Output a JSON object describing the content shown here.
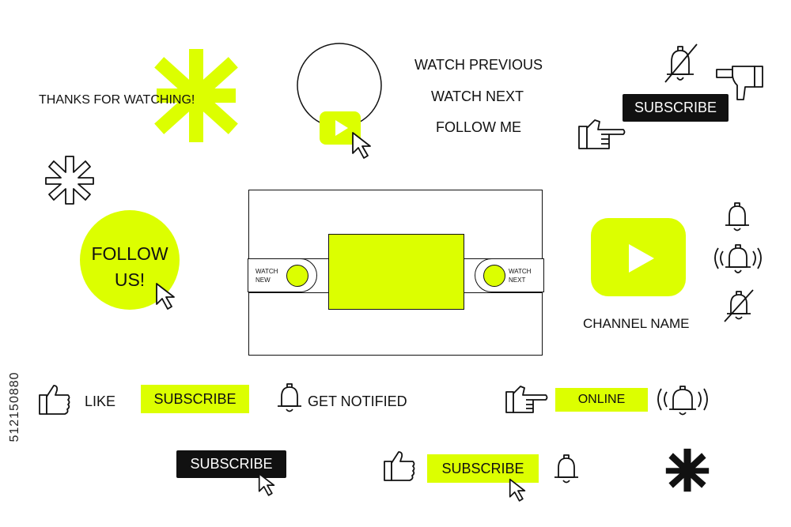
{
  "colors": {
    "accent": "#dcff00",
    "ink": "#111111",
    "background": "#ffffff"
  },
  "texts": {
    "thanks_for_watching": "THANKS FOR WATCHING!",
    "watch_previous": "WATCH PREVIOUS",
    "watch_next": "WATCH NEXT",
    "follow_me": "FOLLOW ME",
    "follow_us_line1": "FOLLOW",
    "follow_us_line2": "US!",
    "channel_name": "CHANNEL NAME",
    "like": "LIKE",
    "get_notified": "GET NOTIFIED",
    "stock_id": "512150880"
  },
  "player": {
    "left_button_line1": "WATCH",
    "left_button_line2": "NEW",
    "right_button_line1": "WATCH",
    "right_button_line2": "NEXT"
  },
  "buttons": {
    "subscribe_top_right": "SUBSCRIBE",
    "subscribe_like_row": "SUBSCRIBE",
    "online": "ONLINE",
    "subscribe_bottom_left": "SUBSCRIBE",
    "subscribe_bottom_center": "SUBSCRIBE"
  },
  "icons": [
    "asterisk-large-lime-icon",
    "asterisk-outline-icon",
    "asterisk-filled-icon",
    "play-button-icon",
    "cursor-arrow-icon",
    "bell-icon",
    "bell-off-icon",
    "bell-ringing-icon",
    "thumbs-up-icon",
    "pointing-hand-icon",
    "thumbs-down-hand-icon",
    "youtube-play-icon"
  ]
}
